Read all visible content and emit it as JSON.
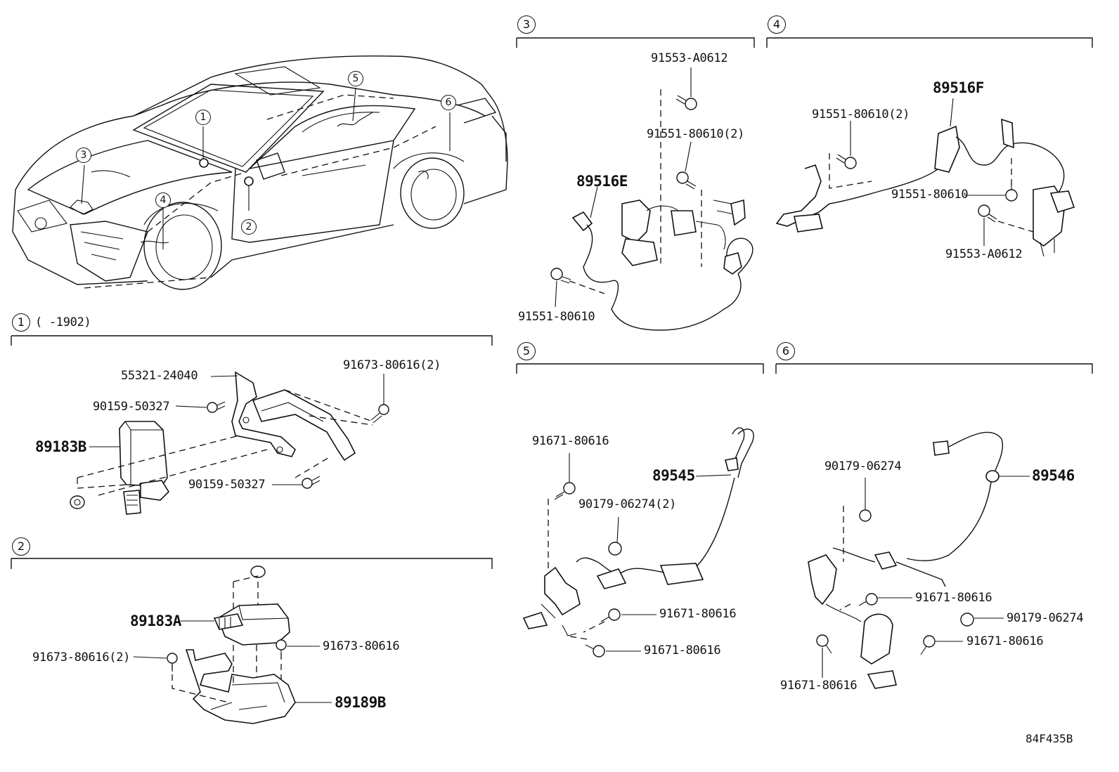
{
  "figure_id": "84F435B",
  "sections": [
    {
      "num": "1",
      "range": "(     -1902)"
    },
    {
      "num": "2"
    },
    {
      "num": "3"
    },
    {
      "num": "4"
    },
    {
      "num": "5"
    },
    {
      "num": "6"
    }
  ],
  "car_callouts": [
    "1",
    "2",
    "3",
    "4",
    "5",
    "6"
  ],
  "labels": {
    "s1_bracket": "55321-24040",
    "s1_screw_a": "90159-50327",
    "s1_screw_b": "90159-50327",
    "s1_bolt": "91673-80616(2)",
    "s1_sensor": "89183B",
    "s2_sensor": "89183A",
    "s2_bolt_left": "91673-80616(2)",
    "s2_bolt_right": "91673-80616",
    "s2_bracket": "89189B",
    "s3_bolt_top": "91553-A0612",
    "s3_bolt_mid": "91551-80610(2)",
    "s3_harness": "89516E",
    "s3_bolt_low": "91551-80610",
    "s4_harness": "89516F",
    "s4_bolt_left": "91551-80610(2)",
    "s4_bolt_right": "91551-80610",
    "s4_bolt_bottom": "91553-A0612",
    "s5_bolt_top": "91671-80616",
    "s5_sensor": "89545",
    "s5_nut": "90179-06274(2)",
    "s5_bolt_mid": "91671-80616",
    "s5_bolt_low": "91671-80616",
    "s6_nut_top": "90179-06274",
    "s6_sensor": "89546",
    "s6_bolt_mid": "91671-80616",
    "s6_nut_right": "90179-06274",
    "s6_bolt_right": "91671-80616",
    "s6_bolt_low": "91671-80616"
  }
}
